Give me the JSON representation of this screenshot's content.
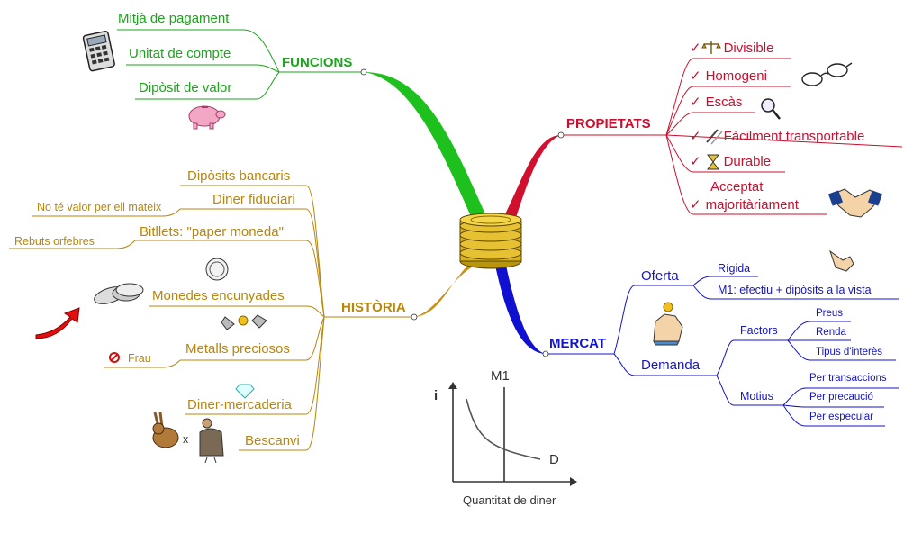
{
  "center": {
    "icon": "coin-stack-icon"
  },
  "funcions": {
    "title": "FUNCIONS",
    "color": "#1aa51a",
    "items": [
      "Mitjà de pagament",
      "Unitat de compte",
      "Dipòsit de valor"
    ],
    "icons": [
      "calculator-icon",
      "piggy-bank-icon"
    ]
  },
  "historia": {
    "title": "HISTÒRIA",
    "color": "#b8860b",
    "items": [
      "Dipòsits bancaris",
      "Diner fiduciari",
      "Bitllets: \"paper moneda\"",
      "Monedes encunyades",
      "Metalls preciosos",
      "Diner-mercaderia",
      "Bescanvi"
    ],
    "notes": {
      "fiduciari": "No té valor per ell mateix",
      "bitllets": "Rebuts orfebres",
      "metalls": "Frau"
    },
    "barter_x": "x",
    "icons": [
      "coins-icon",
      "coin-face-icon",
      "red-arrow-icon",
      "metal-pieces-icon",
      "diamond-icon",
      "hare-icon",
      "vulture-icon",
      "prohibited-icon"
    ]
  },
  "propietats": {
    "title": "PROPIETATS",
    "color": "#c8102e",
    "items": [
      "Divisible",
      "Homogeni",
      "Escàs",
      "Fàcilment transportable",
      "Durable",
      "Acceptat",
      "majoritàriament"
    ],
    "check": "✓",
    "icons": [
      "scales-icon",
      "glasses-icon",
      "magnifier-icon",
      "ruler-icon",
      "hourglass-icon",
      "handshake-icon"
    ]
  },
  "mercat": {
    "title": "MERCAT",
    "color": "#1414c8",
    "oferta": {
      "label": "Oferta",
      "items": [
        "Rígida",
        "M1: efectiu + dipòsits a la vista"
      ]
    },
    "demanda": {
      "label": "Demanda",
      "factors": {
        "label": "Factors",
        "items": [
          "Preus",
          "Renda",
          "Tipus d'interès"
        ]
      },
      "motius": {
        "label": "Motius",
        "items": [
          "Per transaccions",
          "Per precaució",
          "Per especular"
        ]
      }
    },
    "icons": [
      "pointing-hand-icon",
      "hand-coin-icon"
    ]
  },
  "graph": {
    "y_label": "i",
    "m1_label": "M1",
    "curve_label": "D",
    "x_label": "Quantitat de diner"
  }
}
